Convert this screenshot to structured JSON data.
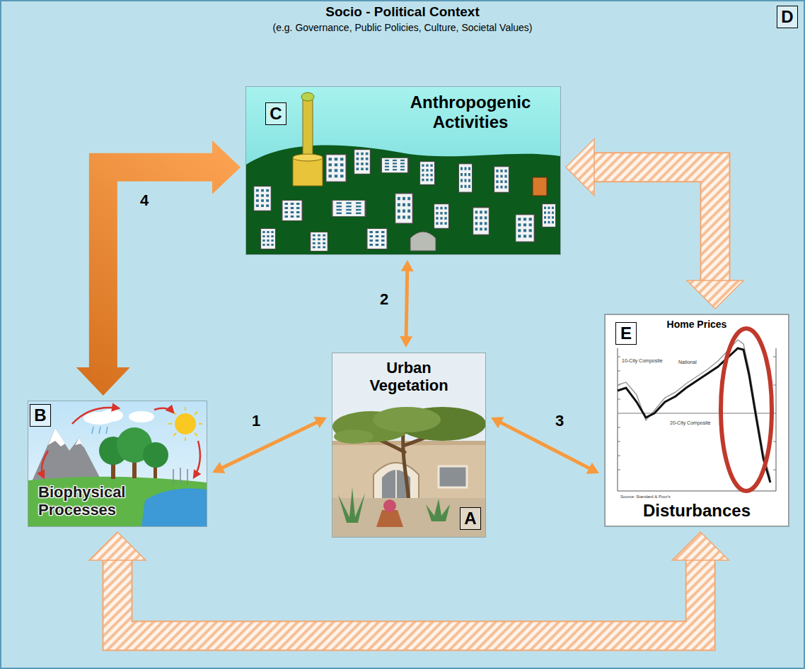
{
  "diagram": {
    "nodes": [
      {
        "text": [
          "Socio - Political Context",
          "(e.g. Governance, Public Policies, Culture, Societal Values)"
        ]
      },
      {
        "text": [
          "Anthropogenic Activities"
        ],
        "in": 0
      },
      {
        "text": [
          "Biophysical Processes"
        ],
        "in": 0
      },
      {
        "text": [
          "Urban Vegetation"
        ],
        "in": 0
      },
      {
        "text": [
          "Disturbances"
        ],
        "in": 0
      }
    ],
    "edges": [
      {
        "from": 2,
        "to": 3,
        "label": "1",
        "arrow": "both"
      },
      {
        "from": 1,
        "to": 3,
        "label": "2",
        "arrow": "both"
      },
      {
        "from": 3,
        "to": 4,
        "label": "3",
        "arrow": "both"
      },
      {
        "from": 1,
        "to": 2,
        "label": "4",
        "arrow": "both"
      },
      {
        "from": 1,
        "to": 4,
        "arrow": "both"
      },
      {
        "from": 2,
        "to": 4,
        "arrow": "both"
      }
    ],
    "labels": [
      "D",
      "C",
      "E",
      "Home Prices",
      "10-City Composite",
      "National",
      "20-City Composite",
      "Source: Standard & Poor's",
      "B",
      "A"
    ]
  }
}
